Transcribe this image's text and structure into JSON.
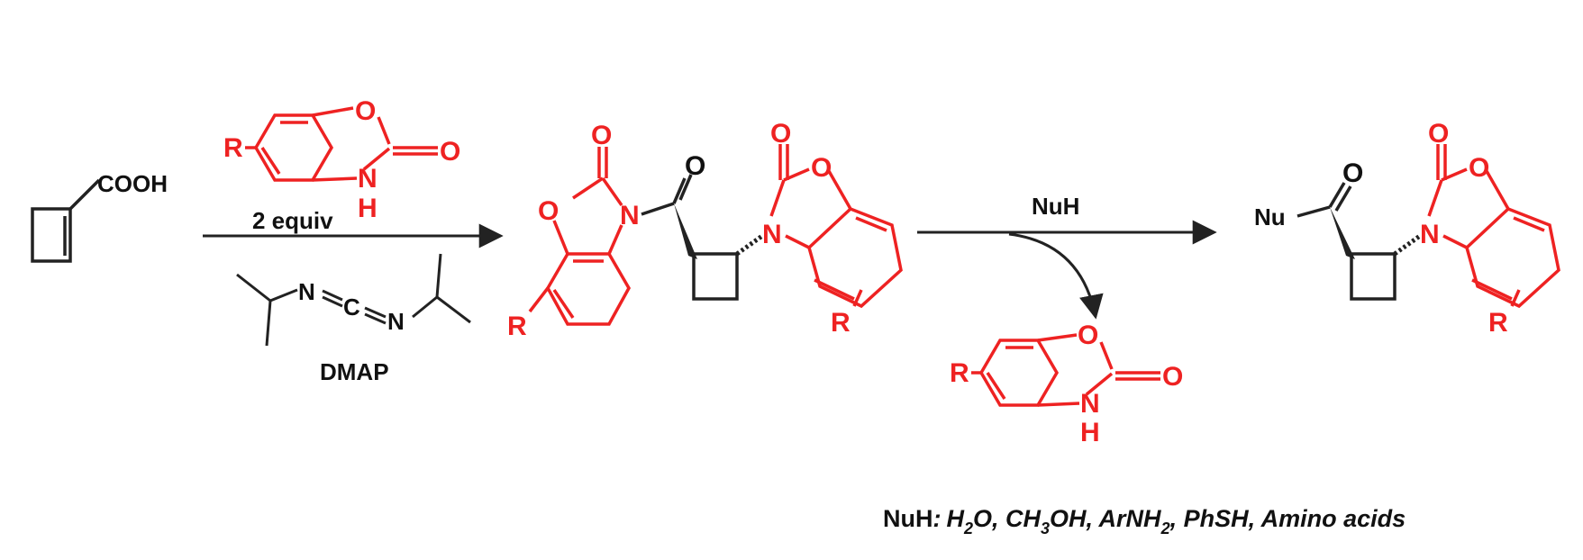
{
  "colors": {
    "bond": "#222222",
    "highlight": "#ee2222",
    "text": "#111111"
  },
  "starting_material": {
    "acid_label": "COOH"
  },
  "step1": {
    "equivalents_label": "2 equiv",
    "reagent_2": "DMAP",
    "benzoxazolone": {
      "r": "R",
      "o_ring": "O",
      "o_carbonyl": "O",
      "n": "N",
      "h": "H"
    },
    "carbodiimide": {
      "n1": "N",
      "c": "C",
      "n2": "N"
    }
  },
  "intermediate": {
    "left": {
      "o_carbonyl": "O",
      "o_ring": "O",
      "n": "N",
      "r": "R"
    },
    "linker_o": "O",
    "right": {
      "o_carbonyl": "O",
      "o_ring": "O",
      "n": "N",
      "r": "R"
    }
  },
  "step2": {
    "reagent_label": "NuH"
  },
  "byproduct": {
    "r": "R",
    "o_ring": "O",
    "o_carbonyl": "O",
    "n": "N",
    "h": "H"
  },
  "product": {
    "nu": "Nu",
    "o_amide": "O",
    "o_carbonyl": "O",
    "o_ring": "O",
    "n": "N",
    "r": "R"
  },
  "footnote": {
    "label": "NuH",
    "colon": ":",
    "p1": "H",
    "p1_sub": "2",
    "p2": "O, CH",
    "p2_sub": "3",
    "p3": "OH, ArNH",
    "p3_sub": "2",
    "p4": ", PhSH, Amino acids"
  }
}
